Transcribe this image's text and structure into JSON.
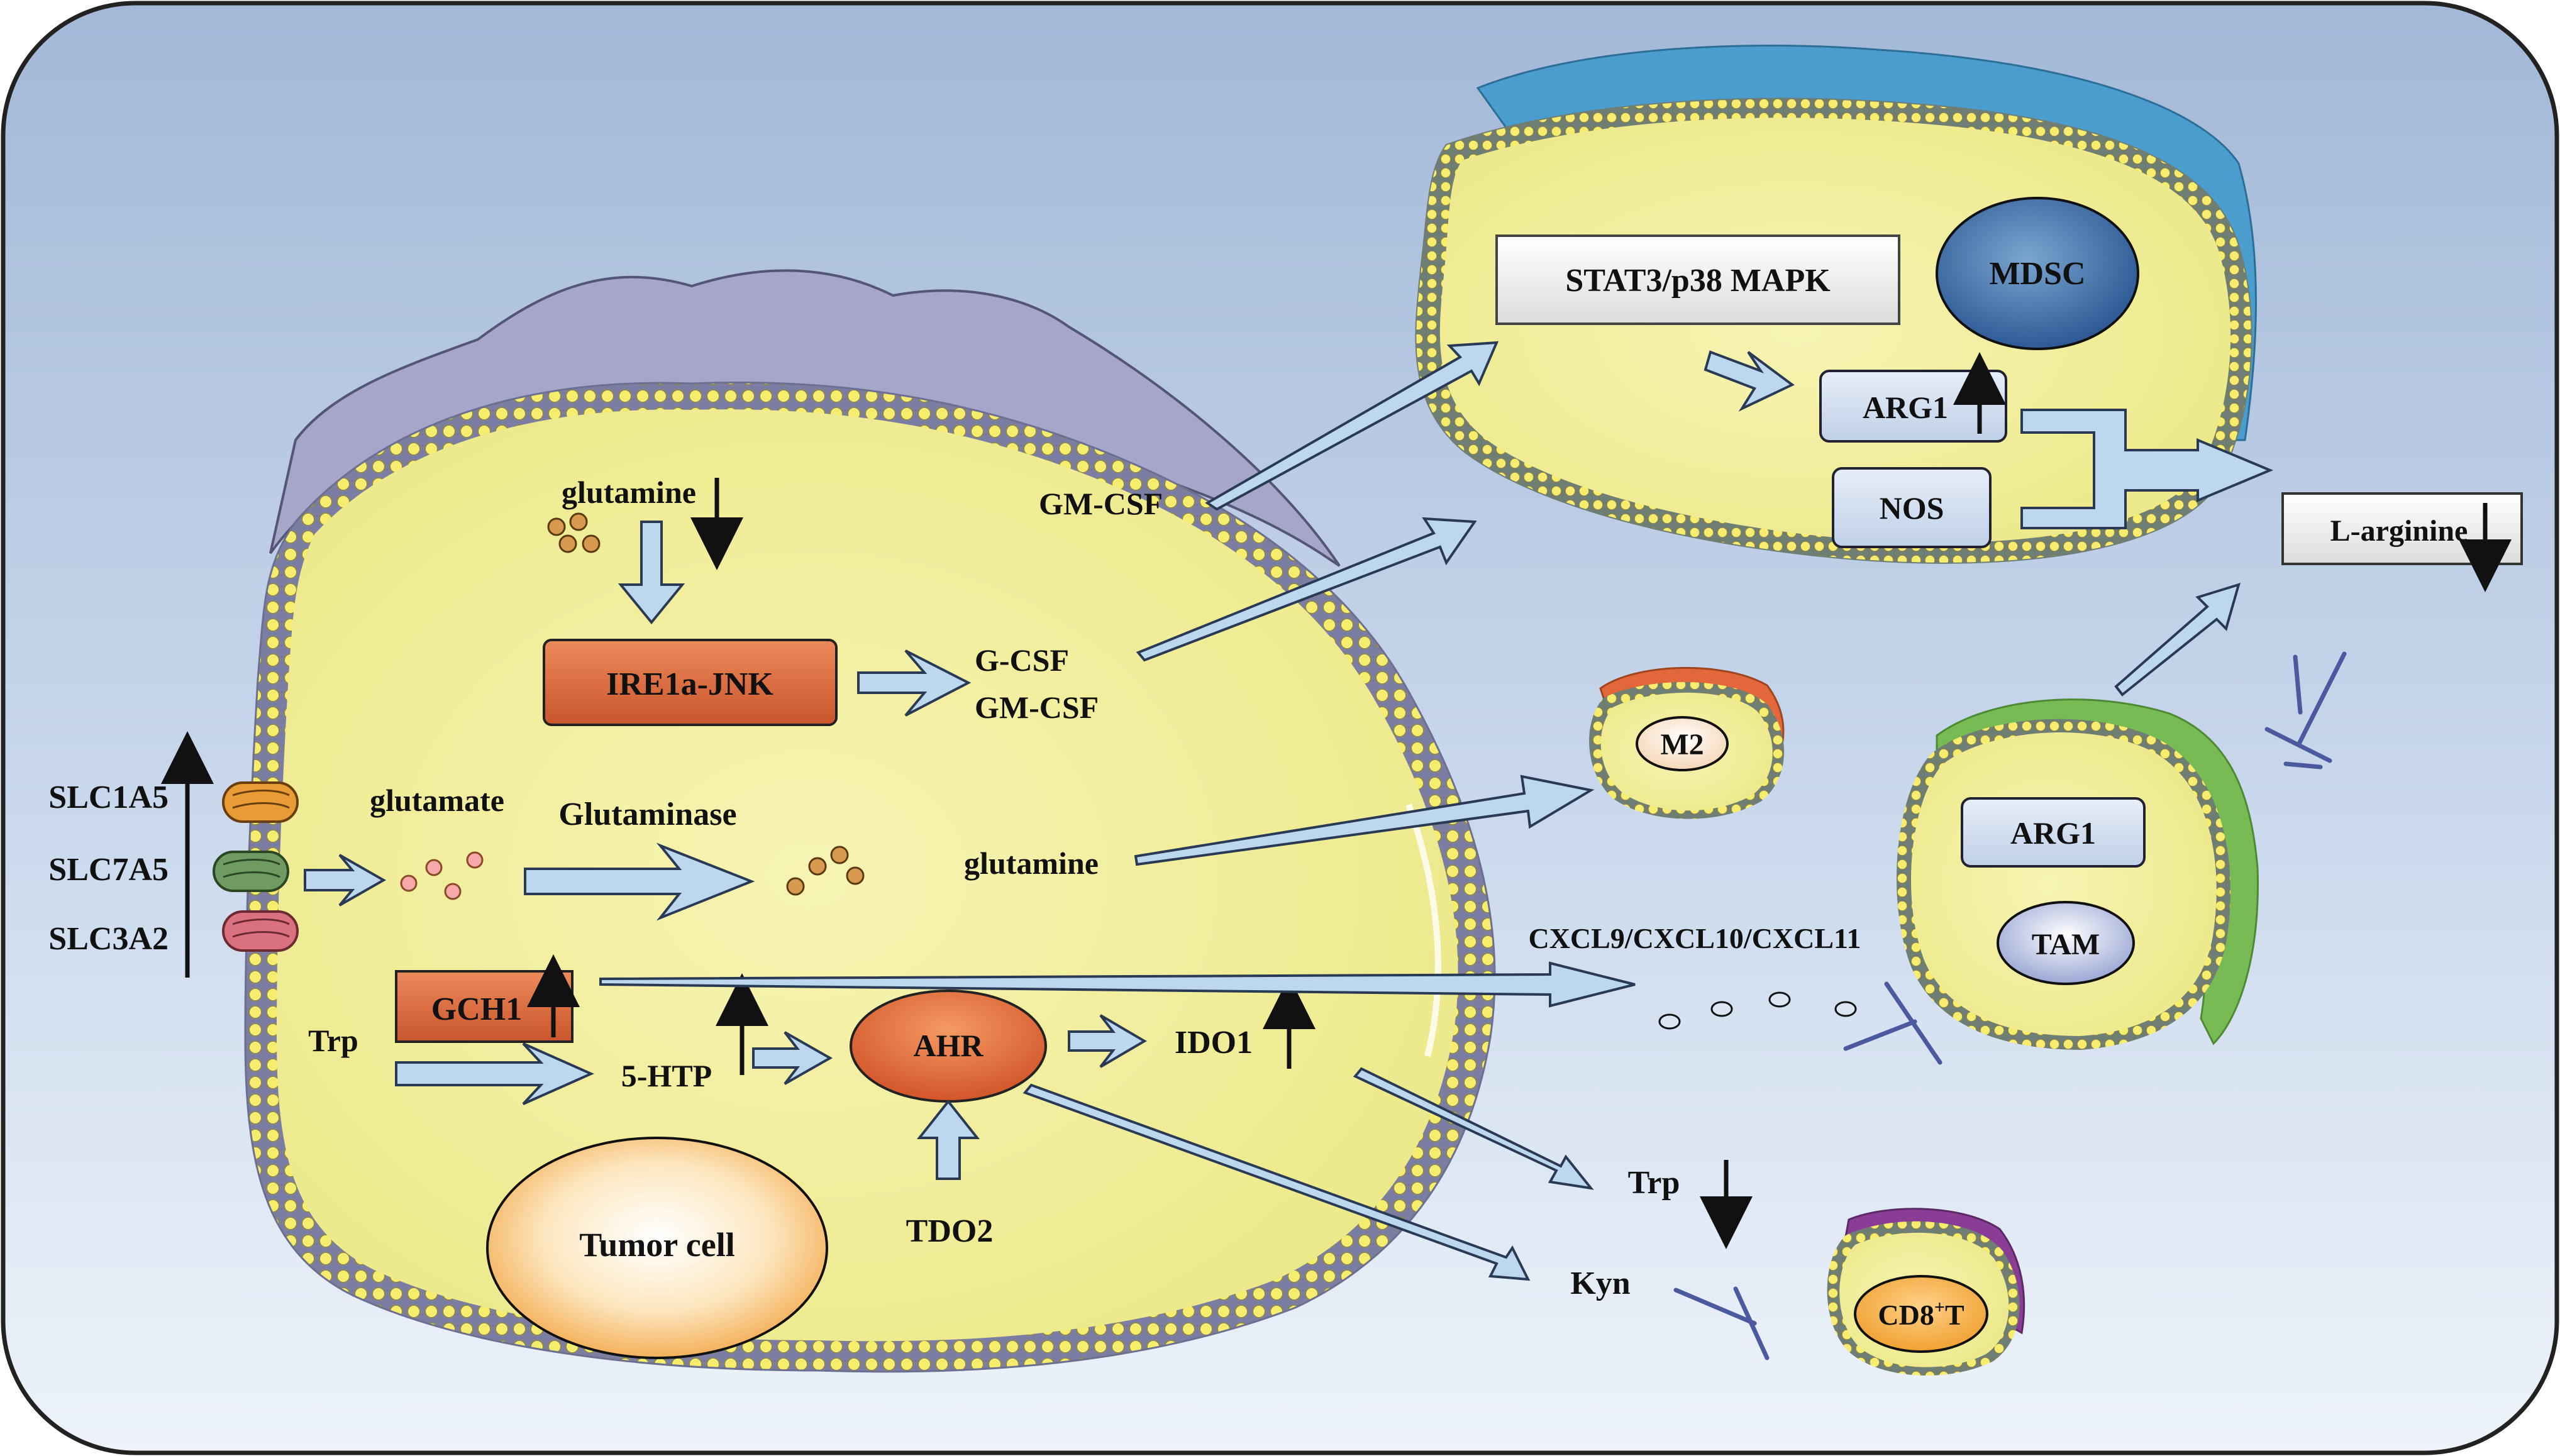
{
  "labels": {
    "glutamine_top": "glutamine",
    "ire1a_jnk": "IRE1a-JNK",
    "g_csf": "G-CSF",
    "gm_csf_inner": "GM-CSF",
    "gm_csf_outer": "GM-CSF",
    "slc1a5": "SLC1A5",
    "slc7a5": "SLC7A5",
    "slc3a2": "SLC3A2",
    "glutamate": "glutamate",
    "glutaminase": "Glutaminase",
    "glutamine_mid": "glutamine",
    "gch1": "GCH1",
    "trp_in": "Trp",
    "five_htp": "5-HTP",
    "ahr": "AHR",
    "ido1": "IDO1",
    "tdo2": "TDO2",
    "tumor_cell": "Tumor cell",
    "stat3": "STAT3/p38 MAPK",
    "mdsc": "MDSC",
    "arg1_mdsc": "ARG1",
    "nos": "NOS",
    "l_arginine": "L-arginine",
    "m2": "M2",
    "arg1_tam": "ARG1",
    "tam": "TAM",
    "cxcl": "CXCL9/CXCL10/CXCL11",
    "trp_out": "Trp",
    "kyn": "Kyn",
    "cd8": "CD8",
    "cd8_sup": "+",
    "cd8_t": "T"
  },
  "colors": {
    "background_top": "#a9bfdd",
    "background_bottom": "#f1f6fb",
    "cell_yellow": "#f3f09a",
    "membrane_bead": "#f6ec6e",
    "tumor_cap": "#a7a7cb",
    "mdsc_cap": "#4a9ccd",
    "tam_cap": "#76ba52",
    "m2_cap": "#e26a3c",
    "cd8_cap": "#8a3d95",
    "orange_box": "#d9623a",
    "arrow_fill": "#bcd7ee",
    "inhibit_line": "#4b5a9e",
    "slc1a5_color": "#e99b35",
    "slc7a5_color": "#6f9a62",
    "slc3a2_color": "#d9727e"
  }
}
